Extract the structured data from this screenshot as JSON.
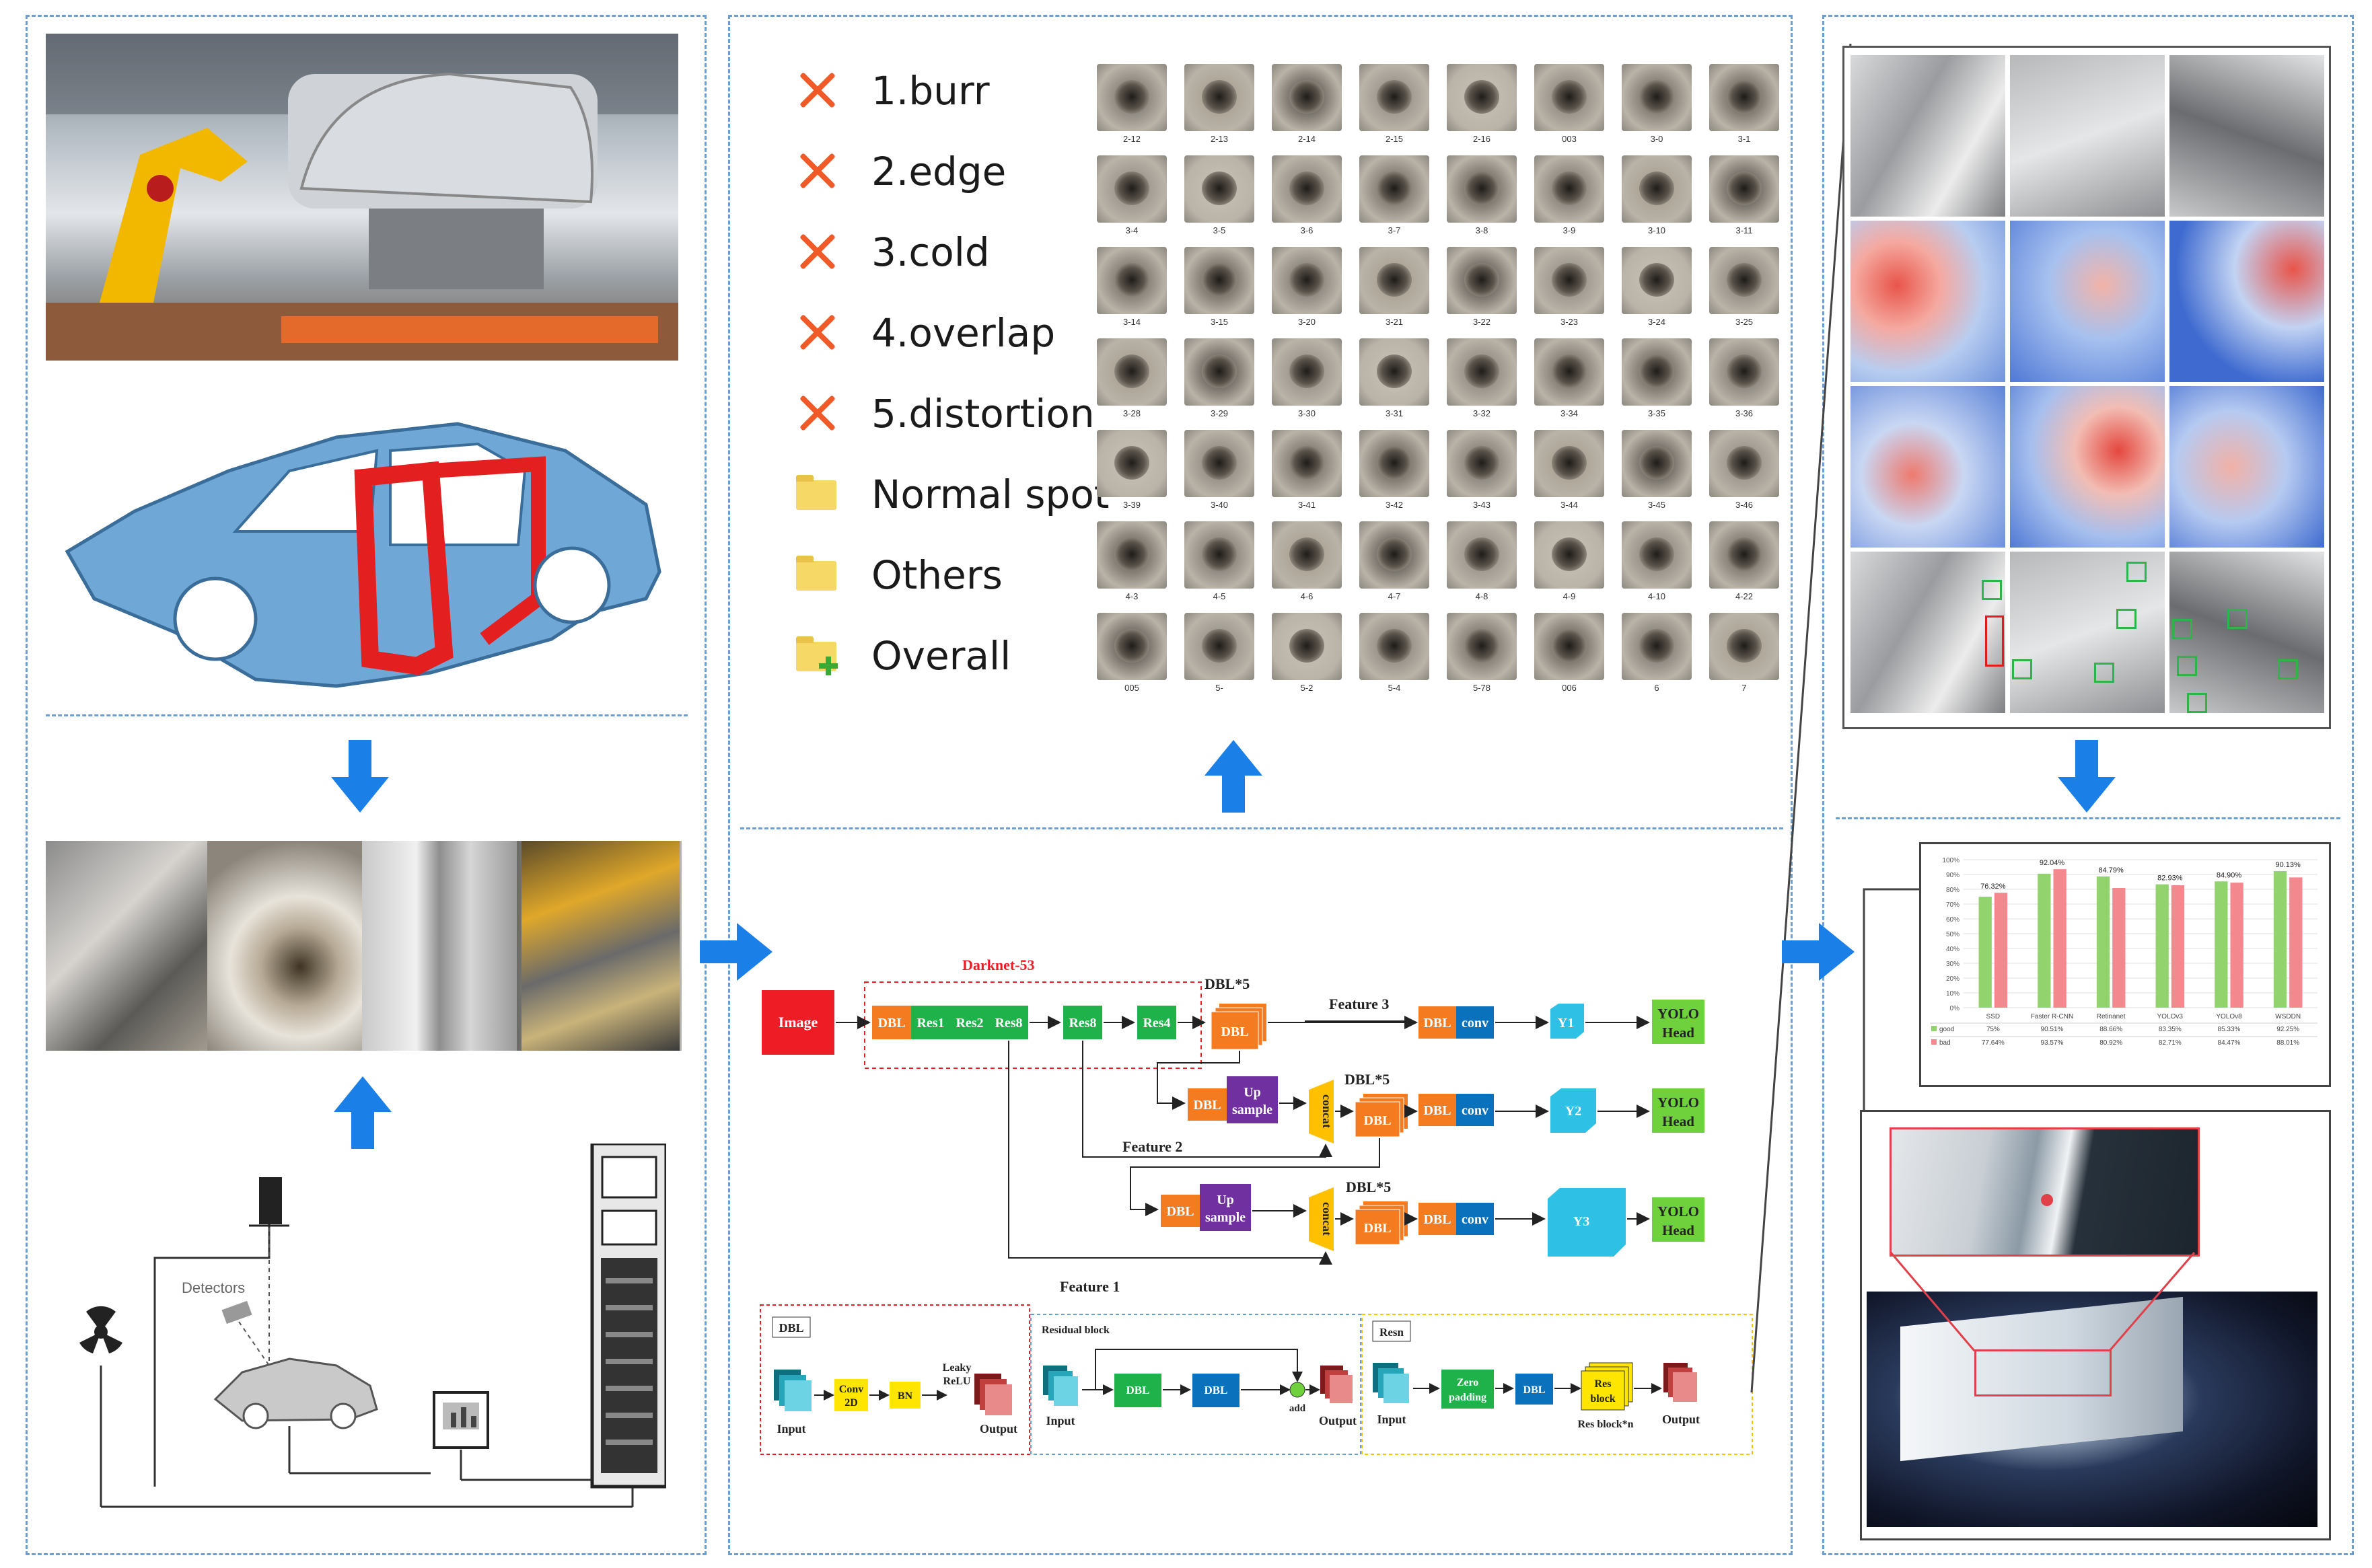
{
  "defect_list": [
    {
      "label": "1.burr",
      "icon": "red-x-icon"
    },
    {
      "label": "2.edge",
      "icon": "red-x-icon"
    },
    {
      "label": "3.cold",
      "icon": "red-x-icon"
    },
    {
      "label": "4.overlap",
      "icon": "red-x-icon"
    },
    {
      "label": "5.distortion",
      "icon": "red-x-icon"
    },
    {
      "label": "Normal spot",
      "icon": "folder-icon"
    },
    {
      "label": "Others",
      "icon": "folder-icon"
    },
    {
      "label": "Overall",
      "icon": "folder-add-icon"
    }
  ],
  "sample_grid": {
    "labels": [
      "2-12",
      "2-13",
      "2-14",
      "2-15",
      "2-16",
      "003",
      "3-0",
      "3-1",
      "3-4",
      "3-5",
      "3-6",
      "3-7",
      "3-8",
      "3-9",
      "3-10",
      "3-11",
      "3-14",
      "3-15",
      "3-20",
      "3-21",
      "3-22",
      "3-23",
      "3-24",
      "3-25",
      "3-28",
      "3-29",
      "3-30",
      "3-31",
      "3-32",
      "3-34",
      "3-35",
      "3-36",
      "3-39",
      "3-40",
      "3-41",
      "3-42",
      "3-43",
      "3-44",
      "3-45",
      "3-46",
      "4-3",
      "4-5",
      "4-6",
      "4-7",
      "4-8",
      "4-9",
      "4-10",
      "4-22",
      "005",
      "5-",
      "5-2",
      "5-4",
      "5-78",
      "006",
      "6",
      "7"
    ]
  },
  "architecture": {
    "backbone_title": "Darknet-53",
    "image_label": "Image",
    "dbl": "DBL",
    "res1": "Res1",
    "res2": "Res2",
    "res8": "Res8",
    "res4": "Res4",
    "dbl5": "DBL*5",
    "feature3": "Feature 3",
    "feature2": "Feature 2",
    "feature1": "Feature 1",
    "conv": "conv",
    "concat": "concat",
    "upsample_1": "Up",
    "upsample_2": "sample",
    "y1": "Y1",
    "y2": "Y2",
    "y3": "Y3",
    "yolo_1": "YOLO",
    "yolo_2": "Head",
    "colors": {
      "red": "#ee1c25",
      "green": "#1fb14a",
      "orange": "#f47b20",
      "blue": "#0a72bd",
      "purple": "#7030a0",
      "yolo_green": "#6fd23c",
      "cyan": "#2fc0e6",
      "yellow": "#ffe500"
    }
  },
  "legend_boxes": {
    "dbl_box": {
      "title": "DBL",
      "input": "Input",
      "conv_1": "Conv",
      "conv_2": "2D",
      "bn": "BN",
      "leaky_1": "Leaky",
      "leaky_2": "ReLU",
      "output": "Output"
    },
    "res_box": {
      "title": "Residual block",
      "input": "Input",
      "dbl": "DBL",
      "add": "add",
      "output": "Output"
    },
    "resn_box": {
      "title": "Resn",
      "input": "Input",
      "zero_1": "Zero",
      "zero_2": "padding",
      "dbl": "DBL",
      "res_1": "Res",
      "res_2": "block",
      "res_n": "Res block*n",
      "output": "Output"
    }
  },
  "setup_diagram": {
    "detectors_label": "Detectors"
  },
  "chart_data": {
    "type": "bar",
    "categories": [
      "SSD",
      "Faster R-CNN",
      "Retinanet",
      "YOLOv3",
      "YOLOv8",
      "WSDDN"
    ],
    "series": [
      {
        "name": "good",
        "values": [
          75.0,
          90.51,
          88.66,
          83.35,
          85.33,
          92.25
        ],
        "color": "#92d36e"
      },
      {
        "name": "bad",
        "values": [
          77.64,
          93.57,
          80.92,
          82.71,
          84.47,
          88.01
        ],
        "color": "#f4888f"
      }
    ],
    "series_table_labels": {
      "good": "75%|90.51%|88.66%|83.35%|85.33%|92.25%",
      "bad": "77.64%|93.57%|80.92%|82.71%|84.47%|88.01%"
    },
    "annotations": [
      "76.32%",
      "92.04%",
      "84.79%",
      "82.93%",
      "84.90%",
      "90.13%"
    ],
    "ylim": [
      0,
      100
    ],
    "yticks": [
      "0%",
      "10%",
      "20%",
      "30%",
      "40%",
      "50%",
      "60%",
      "70%",
      "80%",
      "90%",
      "100%"
    ],
    "grid": true,
    "legend_placement": "table-below"
  }
}
